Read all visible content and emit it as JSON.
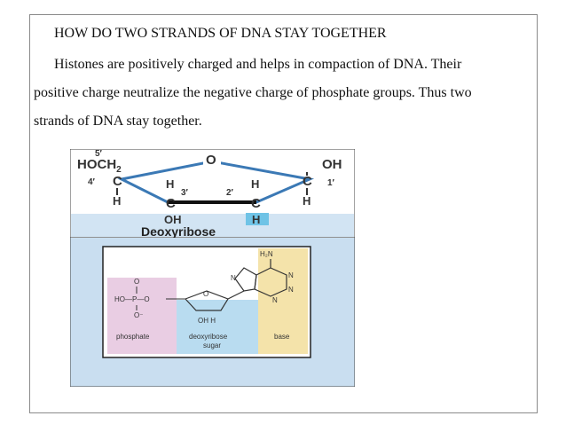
{
  "slide": {
    "title": "HOW DO TWO STRANDS OF DNA STAY TOGETHER",
    "paragraph_lines": [
      "Histones are positively charged and helps in compaction of DNA.  Their",
      "positive charge neutralize the negative charge of phosphate groups. Thus two",
      "strands of DNA stay together."
    ]
  },
  "figure_top": {
    "caption": "Deoxyribose",
    "label_5prime": "5′",
    "hoch2": "HOCH",
    "hoch2_sub": "2",
    "ring_oxygen": "O",
    "oh_right": "OH",
    "c4_label": "4′",
    "c1_label": "1′",
    "c3_label": "3′",
    "c2_label": "2′",
    "atom_c": "C",
    "atom_h": "H",
    "bottom_oh": "OH",
    "bottom_h_highlight": "H",
    "highlight_color": "#6fc3e6"
  },
  "figure_bottom": {
    "h2n": "H₂N",
    "n": "N",
    "ho_p": "HO—P—O",
    "o": "O",
    "o_minus": "O⁻",
    "ring_o": "O",
    "oh_h": "OH  H",
    "label_phosphate": "phosphate",
    "label_deoxyribose": "deoxyribose",
    "label_sugar": "sugar",
    "label_base": "base",
    "colors": {
      "phosphate": "#e9cde3",
      "sugar": "#b9dcf0",
      "base": "#f4e3aa",
      "backdrop": "#c9def0"
    }
  }
}
